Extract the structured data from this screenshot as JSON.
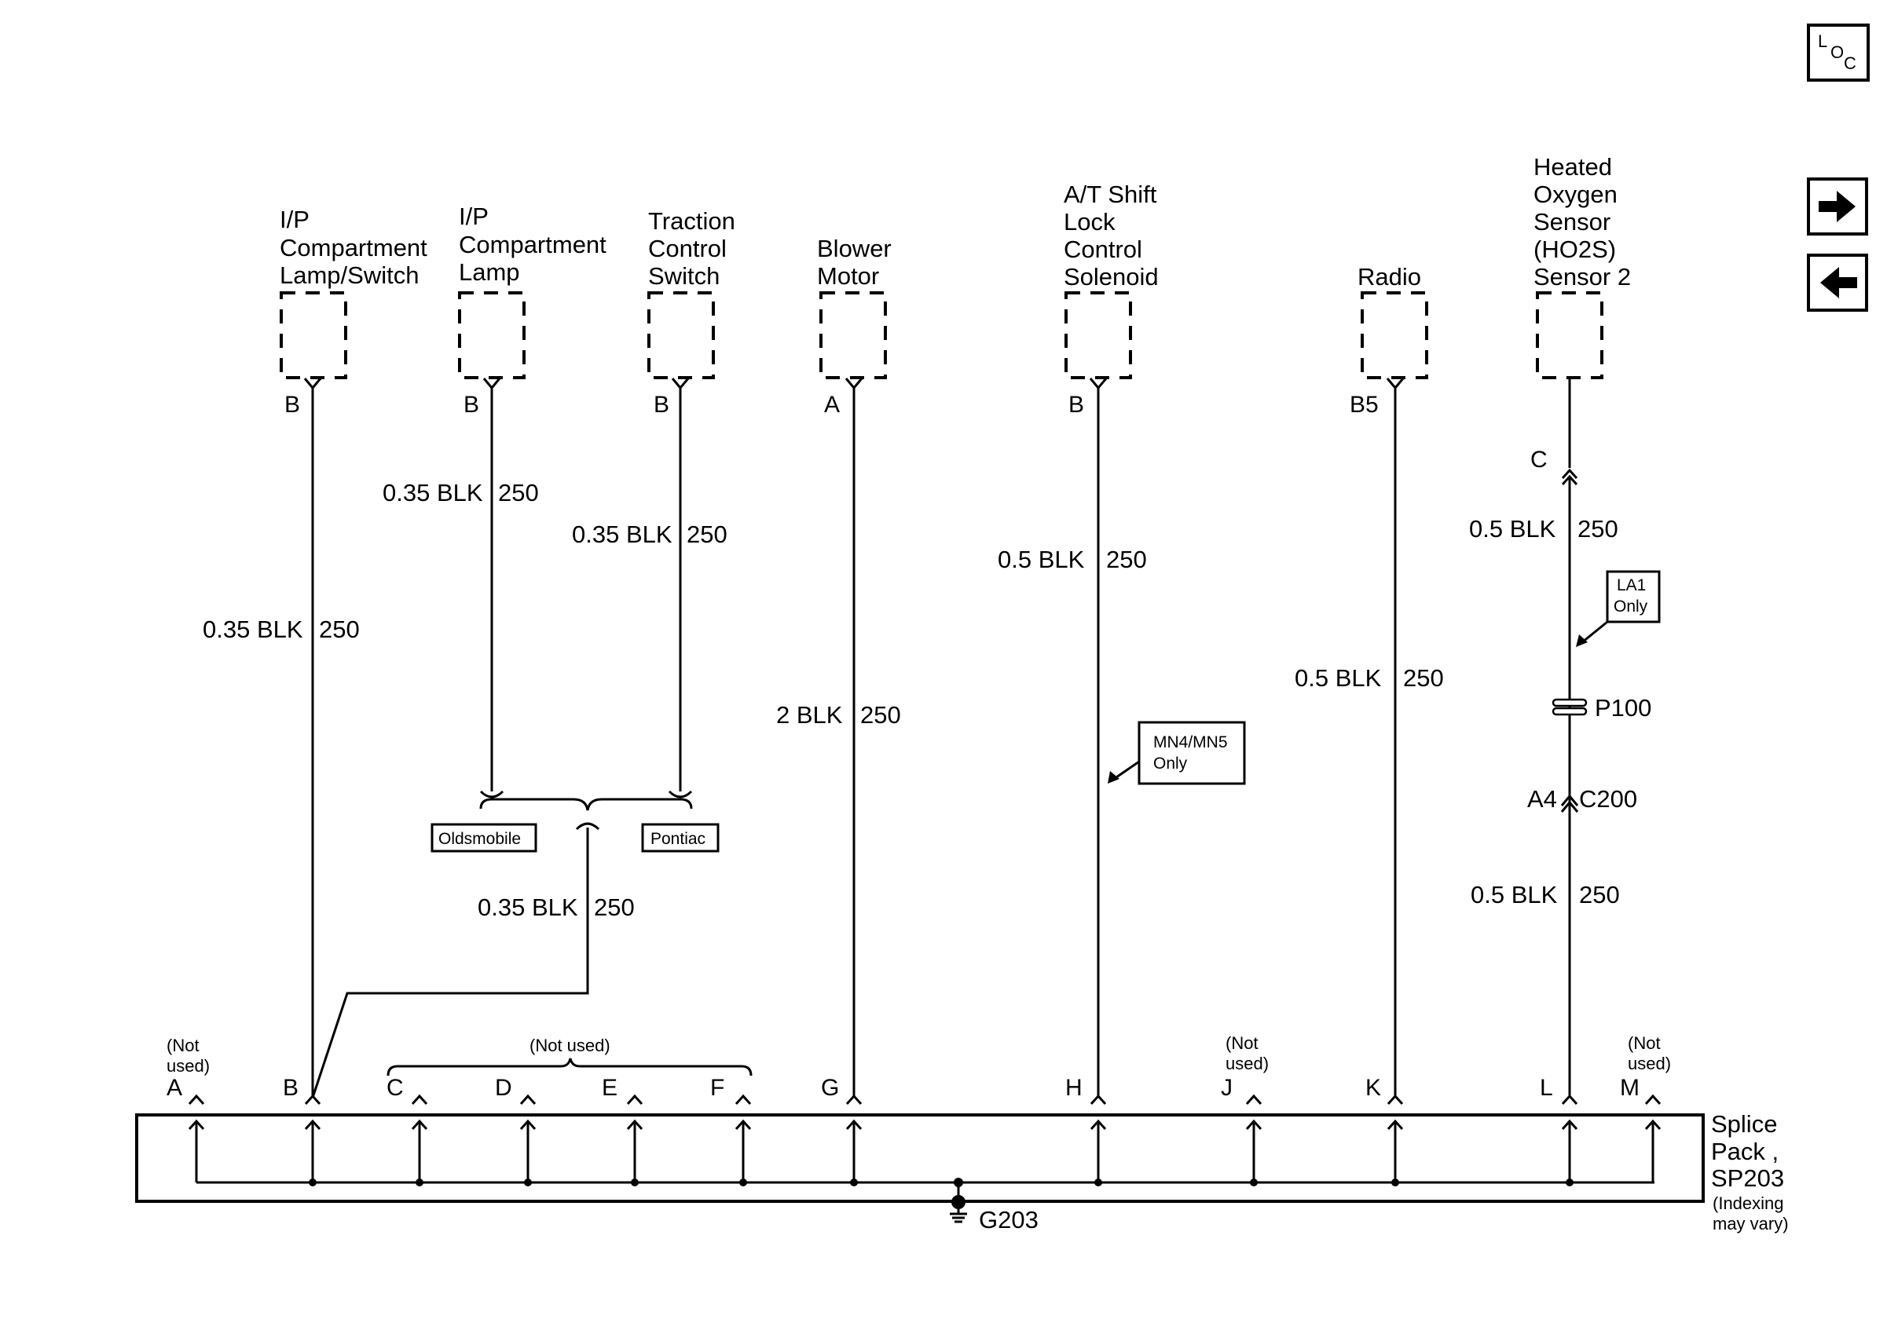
{
  "nav": {
    "loc_l": "L",
    "loc_o": "O",
    "loc_c": "C",
    "next_icon": "right-arrow-icon",
    "prev_icon": "left-arrow-icon"
  },
  "components": {
    "ip_lamp_switch": [
      "I/P",
      "Compartment",
      "Lamp/Switch"
    ],
    "ip_lamp": [
      "I/P",
      "Compartment",
      "Lamp"
    ],
    "traction": [
      "Traction",
      "Control",
      "Switch"
    ],
    "blower": [
      "Blower",
      "Motor"
    ],
    "at_shift": [
      "A/T Shift",
      "Lock",
      "Control",
      "Solenoid"
    ],
    "radio": [
      "Radio"
    ],
    "ho2s": [
      "Heated",
      "Oxygen",
      "Sensor",
      "(HO2S)",
      "Sensor 2"
    ]
  },
  "component_pins": {
    "ip_lamp_switch": "B",
    "ip_lamp": "B",
    "traction": "B",
    "blower": "A",
    "at_shift": "B",
    "radio": "B5",
    "ho2s_top": "C"
  },
  "wire_labels": {
    "ip_lamp_switch": {
      "gauge": "0.35 BLK",
      "circuit": "250"
    },
    "ip_lamp": {
      "gauge": "0.35 BLK",
      "circuit": "250"
    },
    "traction": {
      "gauge": "0.35 BLK",
      "circuit": "250"
    },
    "merged": {
      "gauge": "0.35 BLK",
      "circuit": "250"
    },
    "blower": {
      "gauge": "2 BLK",
      "circuit": "250"
    },
    "at_shift": {
      "gauge": "0.5 BLK",
      "circuit": "250"
    },
    "radio": {
      "gauge": "0.5 BLK",
      "circuit": "250"
    },
    "ho2s_upper": {
      "gauge": "0.5 BLK",
      "circuit": "250"
    },
    "ho2s_lower": {
      "gauge": "0.5 BLK",
      "circuit": "250"
    }
  },
  "options": {
    "oldsmobile": "Oldsmobile",
    "pontiac": "Pontiac",
    "mn4": [
      "MN4/MN5",
      "Only"
    ],
    "la1": [
      "LA1",
      "Only"
    ]
  },
  "connectors": {
    "p100": "P100",
    "c200_pin": "A4",
    "c200": "C200"
  },
  "splice_pins": [
    "A",
    "B",
    "C",
    "D",
    "E",
    "F",
    "G",
    "H",
    "J",
    "K",
    "L",
    "M"
  ],
  "not_used": {
    "a": [
      "(Not",
      "used)"
    ],
    "cf": "(Not used)",
    "j": [
      "(Not",
      "used)"
    ],
    "m": [
      "(Not",
      "used)"
    ]
  },
  "splice_pack": [
    "Splice",
    "Pack ,",
    "SP203"
  ],
  "indexing_note": [
    "(Indexing",
    "may vary)"
  ],
  "ground": "G203",
  "icons": {
    "ground": "ground-symbol-icon",
    "inline_connector": "inline-connector-icon",
    "pass_through": "pass-through-connector-icon",
    "pointer": "pointer-arrow-icon"
  }
}
